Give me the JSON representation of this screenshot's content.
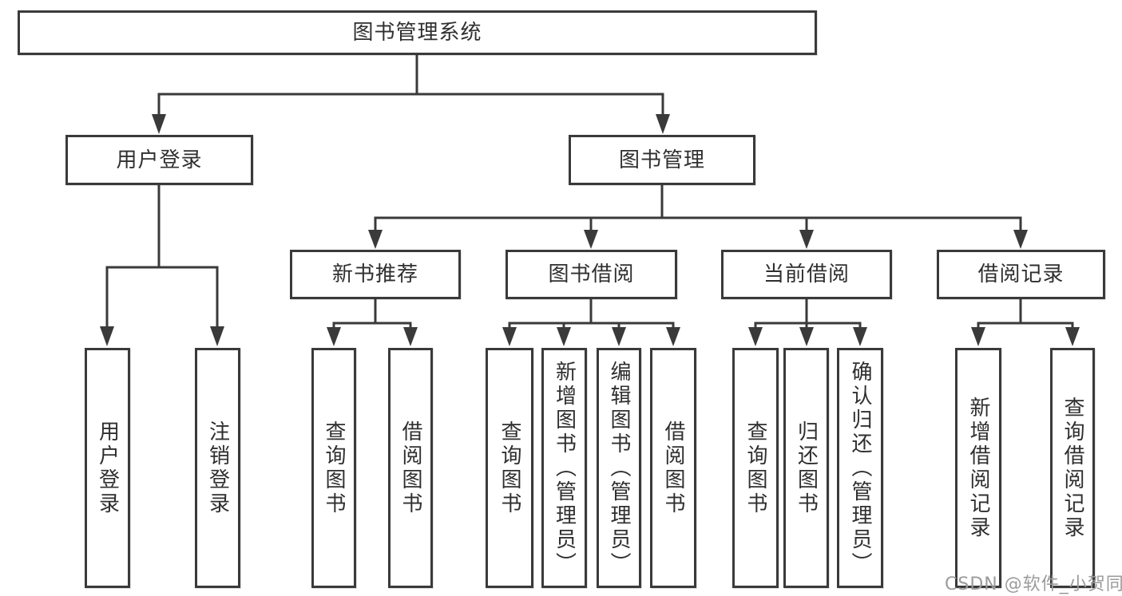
{
  "diagram": {
    "root": {
      "label": "图书管理系统"
    },
    "level2": [
      {
        "label": "用户登录"
      },
      {
        "label": "图书管理"
      }
    ],
    "level3": [
      {
        "label": "新书推荐"
      },
      {
        "label": "图书借阅"
      },
      {
        "label": "当前借阅"
      },
      {
        "label": "借阅记录"
      }
    ],
    "leaves": {
      "user_login": [
        {
          "label": "用户登录"
        },
        {
          "label": "注销登录"
        }
      ],
      "new_book": [
        {
          "label": "查询图书"
        },
        {
          "label": "借阅图书"
        }
      ],
      "book_borrow": [
        {
          "label": "查询图书"
        },
        {
          "label": "新增图书（管理员）"
        },
        {
          "label": "编辑图书（管理员）"
        },
        {
          "label": "借阅图书"
        }
      ],
      "current_borrow": [
        {
          "label": "查询图书"
        },
        {
          "label": "归还图书"
        },
        {
          "label": "确认归还（管理员）"
        }
      ],
      "borrow_record": [
        {
          "label": "新增借阅记录"
        },
        {
          "label": "查询借阅记录"
        }
      ]
    }
  },
  "watermark": {
    "text": "CSDN @软件_小贺同学"
  },
  "colors": {
    "line": "#3a3a3a",
    "text": "#2f2f2f",
    "watermark": "#9b9b9b",
    "background": "#ffffff"
  }
}
